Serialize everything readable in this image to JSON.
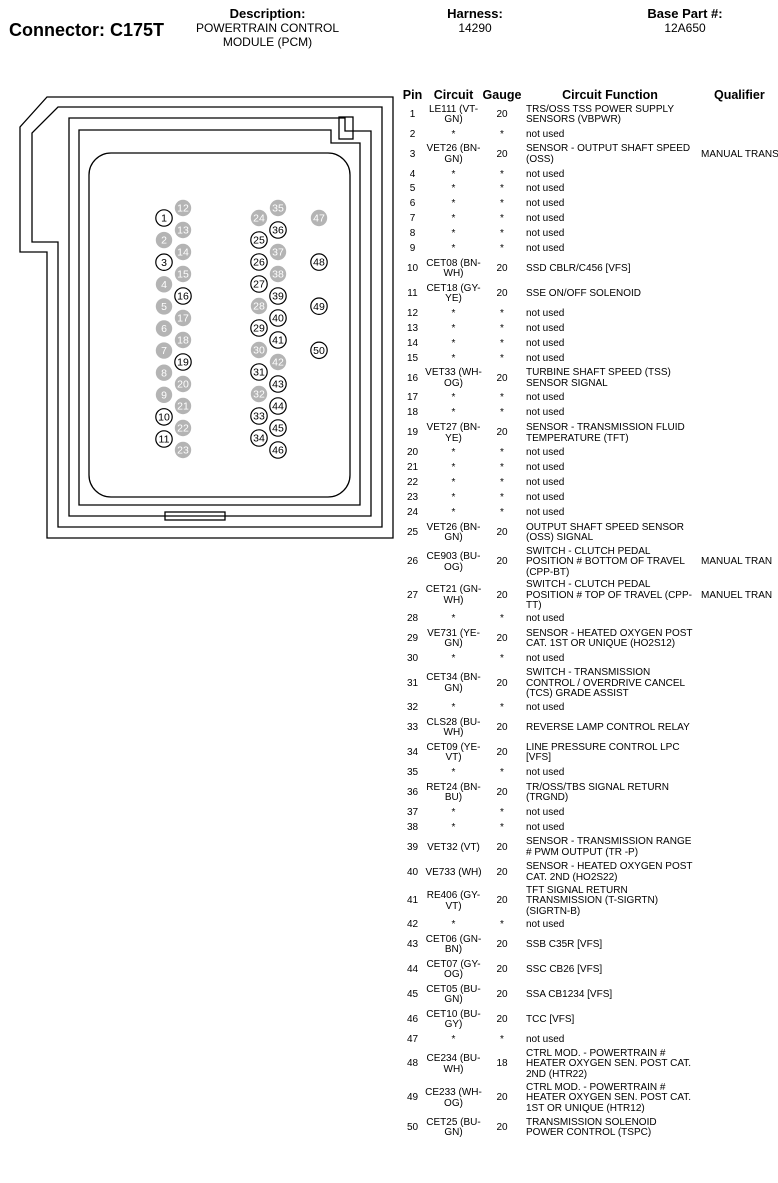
{
  "connector": "Connector: C175T",
  "description": {
    "label": "Description:",
    "value": "POWERTRAIN CONTROL MODULE (PCM)"
  },
  "harness": {
    "label": "Harness:",
    "value": "14290"
  },
  "base_part": {
    "label": "Base Part #:",
    "value": "12A650"
  },
  "columns": [
    "Pin",
    "Circuit",
    "Gauge",
    "Circuit Function",
    "Qualifier"
  ],
  "diagram_pins": [
    {
      "n": "1",
      "filled": false
    },
    {
      "n": "2",
      "filled": true
    },
    {
      "n": "3",
      "filled": false
    },
    {
      "n": "4",
      "filled": true
    },
    {
      "n": "5",
      "filled": true
    },
    {
      "n": "6",
      "filled": true
    },
    {
      "n": "7",
      "filled": true
    },
    {
      "n": "8",
      "filled": true
    },
    {
      "n": "9",
      "filled": true
    },
    {
      "n": "10",
      "filled": false
    },
    {
      "n": "11",
      "filled": false
    },
    {
      "n": "12",
      "filled": true
    },
    {
      "n": "13",
      "filled": true
    },
    {
      "n": "14",
      "filled": true
    },
    {
      "n": "15",
      "filled": true
    },
    {
      "n": "16",
      "filled": false
    },
    {
      "n": "17",
      "filled": true
    },
    {
      "n": "18",
      "filled": true
    },
    {
      "n": "19",
      "filled": false
    },
    {
      "n": "20",
      "filled": true
    },
    {
      "n": "21",
      "filled": true
    },
    {
      "n": "22",
      "filled": true
    },
    {
      "n": "23",
      "filled": true
    },
    {
      "n": "24",
      "filled": true
    },
    {
      "n": "25",
      "filled": false
    },
    {
      "n": "26",
      "filled": false
    },
    {
      "n": "27",
      "filled": false
    },
    {
      "n": "28",
      "filled": true
    },
    {
      "n": "29",
      "filled": false
    },
    {
      "n": "30",
      "filled": true
    },
    {
      "n": "31",
      "filled": false
    },
    {
      "n": "32",
      "filled": true
    },
    {
      "n": "33",
      "filled": false
    },
    {
      "n": "34",
      "filled": false
    },
    {
      "n": "35",
      "filled": true
    },
    {
      "n": "36",
      "filled": false
    },
    {
      "n": "37",
      "filled": true
    },
    {
      "n": "38",
      "filled": true
    },
    {
      "n": "39",
      "filled": false
    },
    {
      "n": "40",
      "filled": false
    },
    {
      "n": "41",
      "filled": false
    },
    {
      "n": "42",
      "filled": true
    },
    {
      "n": "43",
      "filled": false
    },
    {
      "n": "44",
      "filled": false
    },
    {
      "n": "45",
      "filled": false
    },
    {
      "n": "46",
      "filled": false
    },
    {
      "n": "47",
      "filled": true
    },
    {
      "n": "48",
      "filled": false
    },
    {
      "n": "49",
      "filled": false
    },
    {
      "n": "50",
      "filled": false
    }
  ],
  "rows": [
    {
      "pin": "1",
      "circuit": "LE111 (VT-GN)",
      "gauge": "20",
      "function": "TRS/OSS TSS POWER SUPPLY SENSORS (VBPWR)",
      "qualifier": ""
    },
    {
      "pin": "2",
      "circuit": "*",
      "gauge": "*",
      "function": "not used",
      "qualifier": ""
    },
    {
      "pin": "3",
      "circuit": "VET26 (BN-GN)",
      "gauge": "20",
      "function": "SENSOR - OUTPUT SHAFT SPEED (OSS)",
      "qualifier": "MANUAL TRANSMISSION"
    },
    {
      "pin": "4",
      "circuit": "*",
      "gauge": "*",
      "function": "not used",
      "qualifier": ""
    },
    {
      "pin": "5",
      "circuit": "*",
      "gauge": "*",
      "function": "not used",
      "qualifier": ""
    },
    {
      "pin": "6",
      "circuit": "*",
      "gauge": "*",
      "function": "not used",
      "qualifier": ""
    },
    {
      "pin": "7",
      "circuit": "*",
      "gauge": "*",
      "function": "not used",
      "qualifier": ""
    },
    {
      "pin": "8",
      "circuit": "*",
      "gauge": "*",
      "function": "not used",
      "qualifier": ""
    },
    {
      "pin": "9",
      "circuit": "*",
      "gauge": "*",
      "function": "not used",
      "qualifier": ""
    },
    {
      "pin": "10",
      "circuit": "CET08 (BN-WH)",
      "gauge": "20",
      "function": "SSD CBLR/C456 [VFS]",
      "qualifier": ""
    },
    {
      "pin": "11",
      "circuit": "CET18 (GY-YE)",
      "gauge": "20",
      "function": "SSE ON/OFF SOLENOID",
      "qualifier": ""
    },
    {
      "pin": "12",
      "circuit": "*",
      "gauge": "*",
      "function": "not used",
      "qualifier": ""
    },
    {
      "pin": "13",
      "circuit": "*",
      "gauge": "*",
      "function": "not used",
      "qualifier": ""
    },
    {
      "pin": "14",
      "circuit": "*",
      "gauge": "*",
      "function": "not used",
      "qualifier": ""
    },
    {
      "pin": "15",
      "circuit": "*",
      "gauge": "*",
      "function": "not used",
      "qualifier": ""
    },
    {
      "pin": "16",
      "circuit": "VET33 (WH-OG)",
      "gauge": "20",
      "function": "TURBINE SHAFT SPEED (TSS) SENSOR SIGNAL",
      "qualifier": ""
    },
    {
      "pin": "17",
      "circuit": "*",
      "gauge": "*",
      "function": "not used",
      "qualifier": ""
    },
    {
      "pin": "18",
      "circuit": "*",
      "gauge": "*",
      "function": "not used",
      "qualifier": ""
    },
    {
      "pin": "19",
      "circuit": "VET27 (BN-YE)",
      "gauge": "20",
      "function": "SENSOR - TRANSMISSION FLUID TEMPERATURE (TFT)",
      "qualifier": ""
    },
    {
      "pin": "20",
      "circuit": "*",
      "gauge": "*",
      "function": "not used",
      "qualifier": ""
    },
    {
      "pin": "21",
      "circuit": "*",
      "gauge": "*",
      "function": "not used",
      "qualifier": ""
    },
    {
      "pin": "22",
      "circuit": "*",
      "gauge": "*",
      "function": "not used",
      "qualifier": ""
    },
    {
      "pin": "23",
      "circuit": "*",
      "gauge": "*",
      "function": "not used",
      "qualifier": ""
    },
    {
      "pin": "24",
      "circuit": "*",
      "gauge": "*",
      "function": "not used",
      "qualifier": ""
    },
    {
      "pin": "25",
      "circuit": "VET26 (BN-GN)",
      "gauge": "20",
      "function": "OUTPUT SHAFT SPEED SENSOR (OSS) SIGNAL",
      "qualifier": ""
    },
    {
      "pin": "26",
      "circuit": "CE903 (BU-OG)",
      "gauge": "20",
      "function": "SWITCH - CLUTCH PEDAL POSITION # BOTTOM OF TRAVEL (CPP-BT)",
      "qualifier": "MANUAL TRAN"
    },
    {
      "pin": "27",
      "circuit": "CET21 (GN-WH)",
      "gauge": "20",
      "function": "SWITCH - CLUTCH PEDAL POSITION # TOP OF TRAVEL (CPP-TT)",
      "qualifier": "MANUEL TRAN"
    },
    {
      "pin": "28",
      "circuit": "*",
      "gauge": "*",
      "function": "not used",
      "qualifier": ""
    },
    {
      "pin": "29",
      "circuit": "VE731 (YE-GN)",
      "gauge": "20",
      "function": "SENSOR - HEATED OXYGEN POST CAT. 1ST OR UNIQUE (HO2S12)",
      "qualifier": ""
    },
    {
      "pin": "30",
      "circuit": "*",
      "gauge": "*",
      "function": "not used",
      "qualifier": ""
    },
    {
      "pin": "31",
      "circuit": "CET34 (BN-GN)",
      "gauge": "20",
      "function": "SWITCH - TRANSMISSION CONTROL / OVERDRIVE CANCEL (TCS) GRADE ASSIST",
      "qualifier": ""
    },
    {
      "pin": "32",
      "circuit": "*",
      "gauge": "*",
      "function": "not used",
      "qualifier": ""
    },
    {
      "pin": "33",
      "circuit": "CLS28 (BU-WH)",
      "gauge": "20",
      "function": "REVERSE LAMP CONTROL RELAY",
      "qualifier": ""
    },
    {
      "pin": "34",
      "circuit": "CET09 (YE-VT)",
      "gauge": "20",
      "function": "LINE PRESSURE CONTROL LPC [VFS]",
      "qualifier": ""
    },
    {
      "pin": "35",
      "circuit": "*",
      "gauge": "*",
      "function": "not used",
      "qualifier": ""
    },
    {
      "pin": "36",
      "circuit": "RET24 (BN-BU)",
      "gauge": "20",
      "function": "TR/OSS/TBS SIGNAL RETURN (TRGND)",
      "qualifier": ""
    },
    {
      "pin": "37",
      "circuit": "*",
      "gauge": "*",
      "function": "not used",
      "qualifier": ""
    },
    {
      "pin": "38",
      "circuit": "*",
      "gauge": "*",
      "function": "not used",
      "qualifier": ""
    },
    {
      "pin": "39",
      "circuit": "VET32 (VT)",
      "gauge": "20",
      "function": "SENSOR - TRANSMISSION RANGE # PWM OUTPUT (TR -P)",
      "qualifier": ""
    },
    {
      "pin": "40",
      "circuit": "VE733 (WH)",
      "gauge": "20",
      "function": "SENSOR - HEATED OXYGEN POST CAT. 2ND (HO2S22)",
      "qualifier": ""
    },
    {
      "pin": "41",
      "circuit": "RE406 (GY-VT)",
      "gauge": "20",
      "function": "TFT SIGNAL RETURN TRANSMISSION (T-SIGRTN) (SIGRTN-B)",
      "qualifier": ""
    },
    {
      "pin": "42",
      "circuit": "*",
      "gauge": "*",
      "function": "not used",
      "qualifier": ""
    },
    {
      "pin": "43",
      "circuit": "CET06 (GN-BN)",
      "gauge": "20",
      "function": "SSB C35R [VFS]",
      "qualifier": ""
    },
    {
      "pin": "44",
      "circuit": "CET07 (GY-OG)",
      "gauge": "20",
      "function": "SSC CB26 [VFS]",
      "qualifier": ""
    },
    {
      "pin": "45",
      "circuit": "CET05 (BU-GN)",
      "gauge": "20",
      "function": "SSA CB1234 [VFS]",
      "qualifier": ""
    },
    {
      "pin": "46",
      "circuit": "CET10 (BU-GY)",
      "gauge": "20",
      "function": "TCC [VFS]",
      "qualifier": ""
    },
    {
      "pin": "47",
      "circuit": "*",
      "gauge": "*",
      "function": "not used",
      "qualifier": ""
    },
    {
      "pin": "48",
      "circuit": "CE234 (BU-WH)",
      "gauge": "18",
      "function": "CTRL MOD. - POWERTRAIN # HEATER OXYGEN SEN. POST CAT. 2ND (HTR22)",
      "qualifier": ""
    },
    {
      "pin": "49",
      "circuit": "CE233 (WH-OG)",
      "gauge": "20",
      "function": "CTRL MOD. - POWERTRAIN # HEATER OXYGEN SEN. POST CAT. 1ST OR UNIQUE (HTR12)",
      "qualifier": ""
    },
    {
      "pin": "50",
      "circuit": "CET25 (BU-GN)",
      "gauge": "20",
      "function": "TRANSMISSION SOLENOID POWER CONTROL (TSPC)",
      "qualifier": ""
    }
  ]
}
